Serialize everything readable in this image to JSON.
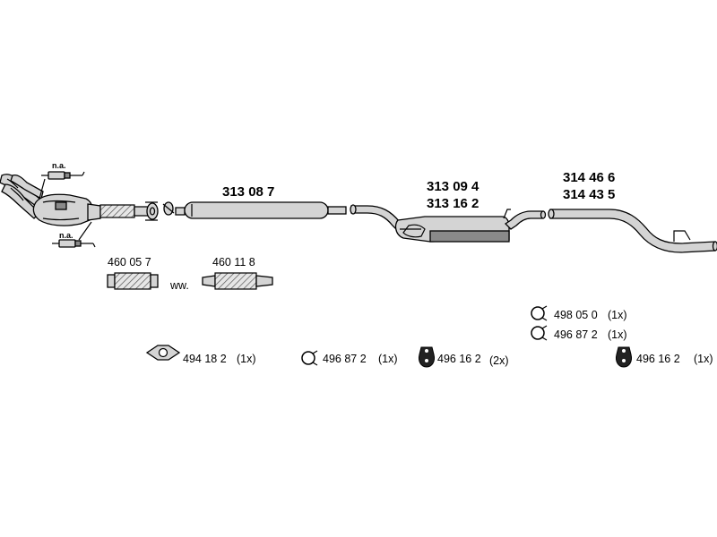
{
  "parts": {
    "flex_pipe_a": "460 05 7",
    "flex_pipe_b": "460 11 8",
    "alt_marker": "ww.",
    "sensor_top_note": "n.a.",
    "sensor_bottom_note": "n.a.",
    "front_muffler": "313 08 7",
    "middle_muffler_1": "313 09 4",
    "middle_muffler_2": "313 16 2",
    "rear_pipe_1": "314 46 6",
    "rear_pipe_2": "314 43 5"
  },
  "accessories": {
    "gasket": {
      "number": "494 18 2",
      "qty": "(1x)"
    },
    "clamp_front": {
      "number": "496 87 2",
      "qty": "(1x)"
    },
    "rubber_mid": {
      "number": "496 16 2",
      "qty": "(2x)"
    },
    "clamp_rear_1": {
      "number": "498 05 0",
      "qty": "(1x)"
    },
    "clamp_rear_2": {
      "number": "496 87 2",
      "qty": "(1x)"
    },
    "rubber_rear": {
      "number": "496 16 2",
      "qty": "(1x)"
    }
  }
}
